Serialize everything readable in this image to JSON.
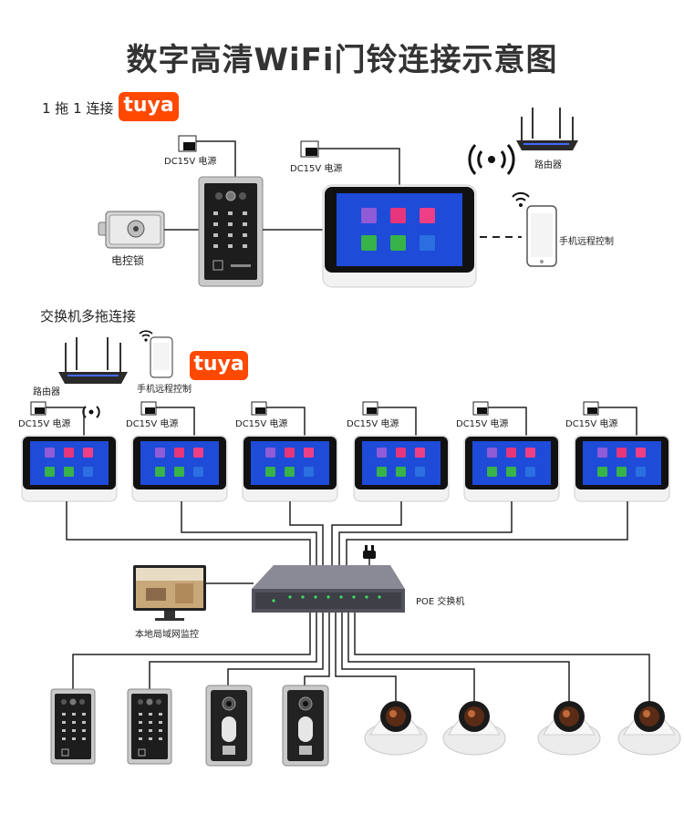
{
  "title": "数字高清WiFi门铃连接示意图",
  "section1": {
    "label": "1 拖 1 连接",
    "brand": "tuya",
    "outdoor_power_label": "DC15V 电源",
    "monitor_power_label": "DC15V 电源",
    "router_label": "路由器",
    "lock_label": "电控锁",
    "phone_label": "手机远程控制"
  },
  "section2": {
    "label": "交换机多拖连接",
    "brand": "tuya",
    "router_label": "路由器",
    "phone_label": "手机远程控制",
    "monitors": [
      {
        "power_label": "DC15V 电源"
      },
      {
        "power_label": "DC15V 电源"
      },
      {
        "power_label": "DC15V 电源"
      },
      {
        "power_label": "DC15V 电源"
      },
      {
        "power_label": "DC15V 电源"
      },
      {
        "power_label": "DC15V 电源"
      }
    ],
    "switch_label": "POE 交换机",
    "lan_monitor_label": "本地局域网监控"
  },
  "colors": {
    "brand_orange": "#ff4800",
    "screen_blue": "#1e4bd8",
    "line_dark": "#222222"
  }
}
